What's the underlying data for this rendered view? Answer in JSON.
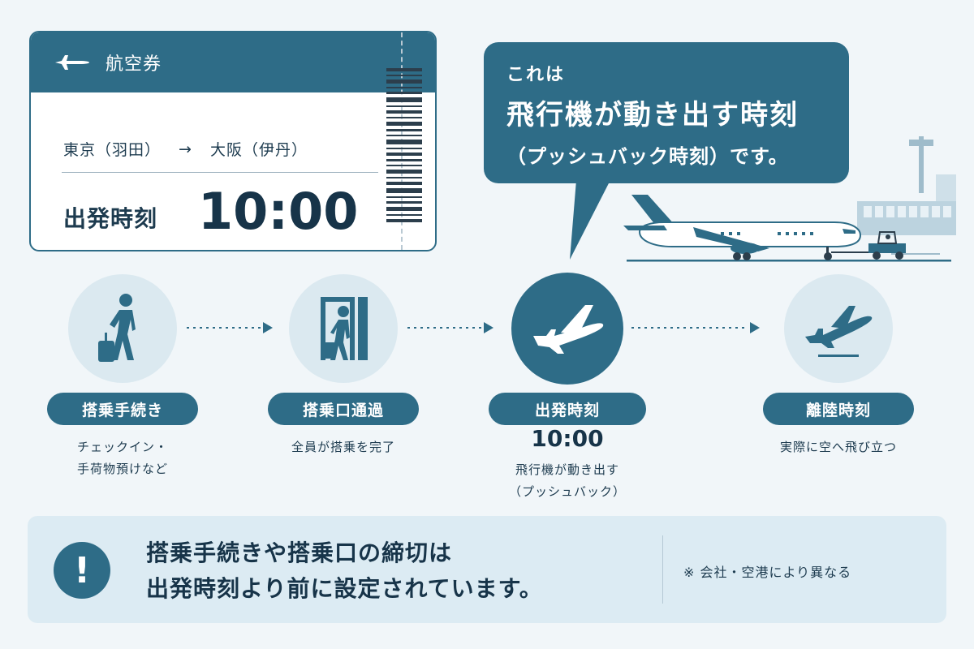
{
  "colors": {
    "primary": "#2e6c87",
    "light_circle": "#dbe9f0",
    "note_bg": "#dcebf3",
    "page_bg": "#f1f6f9",
    "text_dark": "#173449"
  },
  "ticket": {
    "title": "航空券",
    "icon": "airplane-icon",
    "origin": "東京（羽田）",
    "arrow": "→",
    "destination": "大阪（伊丹）",
    "departure_label": "出発時刻",
    "departure_time": "10:00"
  },
  "callout": {
    "line1": "これは",
    "line2": "飛行機が動き出す時刻",
    "line3": "（プッシュバック時刻）です。"
  },
  "steps": [
    {
      "icon": "walking-traveler-icon",
      "label": "搭乗手続き",
      "desc_line1": "チェックイン・",
      "desc_line2": "手荷物預けなど"
    },
    {
      "icon": "boarding-gate-icon",
      "label": "搭乗口通過",
      "desc_line1": "全員が搭乗を完了"
    },
    {
      "icon": "airplane-icon",
      "label": "出発時刻",
      "time": "10:00",
      "desc_line1": "飛行機が動き出す",
      "desc_line2": "（プッシュバック）"
    },
    {
      "icon": "takeoff-icon",
      "label": "離陸時刻",
      "desc_line1": "実際に空へ飛び立つ"
    }
  ],
  "note": {
    "icon": "exclamation-icon",
    "line1": "搭乗手続きや搭乗口の締切は",
    "line2": "出発時刻より前に設定されています。",
    "aside": "※ 会社・空港により異なる"
  }
}
